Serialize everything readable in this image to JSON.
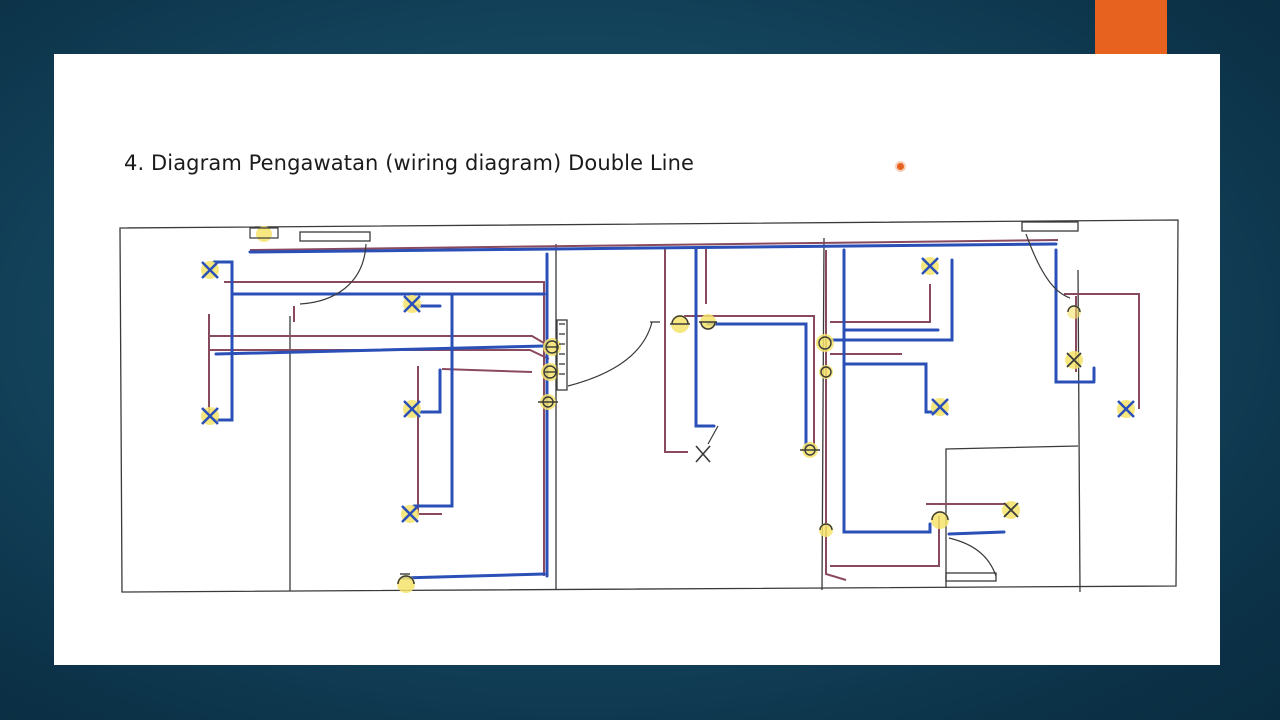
{
  "slide": {
    "title": "4. Diagram Pengawatan (wiring diagram) Double Line"
  },
  "colors": {
    "background": "#164a63",
    "accent": "#e8621f",
    "phase_wire": "#2a50b8",
    "neutral_wire": "#8a4a5e",
    "outline": "#3a3a3a",
    "highlight": "#f5e36a"
  },
  "diagram": {
    "lamps": [
      "lamp-1",
      "lamp-2",
      "lamp-3",
      "lamp-4",
      "lamp-5",
      "lamp-6",
      "lamp-7",
      "lamp-8",
      "lamp-9",
      "lamp-10",
      "lamp-11",
      "lamp-12"
    ],
    "sockets": [
      "socket-1",
      "socket-2",
      "socket-3",
      "socket-4",
      "socket-5",
      "socket-6",
      "socket-7",
      "socket-8",
      "socket-9",
      "socket-10",
      "socket-11",
      "socket-12"
    ]
  }
}
